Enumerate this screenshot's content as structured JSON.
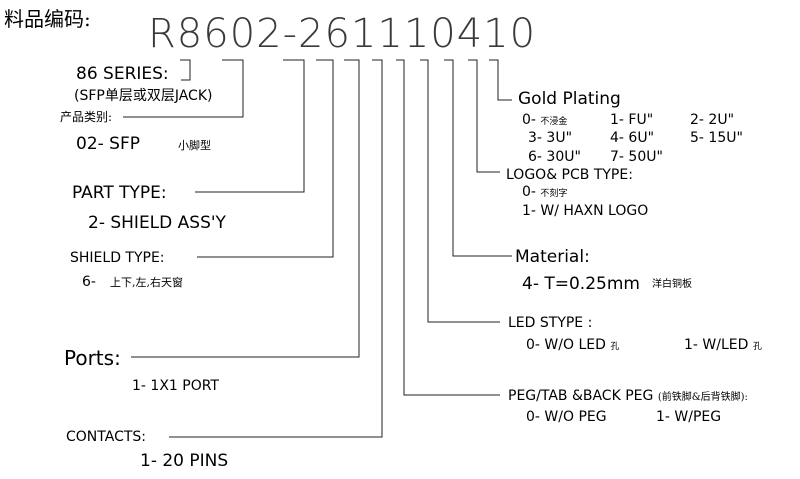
{
  "header": {
    "label": "料品编码:",
    "part_number": "R8602-261110410"
  },
  "fields": {
    "series": {
      "title": "86 SERIES:",
      "note": "(SFP单层或双层JACK)"
    },
    "category": {
      "title": "产品类别:",
      "option": "02- SFP",
      "option_note": "小脚型"
    },
    "part_type": {
      "title": "PART TYPE:",
      "option": "2- SHIELD ASS'Y"
    },
    "shield_type": {
      "title": "SHIELD TYPE:",
      "option": "6-",
      "option_note": "上下,左,右天窗"
    },
    "ports": {
      "title": "Ports:",
      "option": "1- 1X1 PORT"
    },
    "contacts": {
      "title": "CONTACTS:",
      "option": "1- 20 PINS"
    },
    "gold_plating": {
      "title": "Gold Plating",
      "options": [
        {
          "code": "0-",
          "note": "不浸金"
        },
        {
          "code": "1- FU\""
        },
        {
          "code": "2- 2U\""
        },
        {
          "code": "3- 3U\""
        },
        {
          "code": "4- 6U\""
        },
        {
          "code": "5- 15U\""
        },
        {
          "code": "6- 30U\""
        },
        {
          "code": "7- 50U\""
        }
      ]
    },
    "logo_pcb": {
      "title": "LOGO& PCB TYPE:",
      "options": [
        {
          "code": "0-",
          "note": "不刻字"
        },
        {
          "code": "1- W/ HAXN LOGO"
        }
      ]
    },
    "material": {
      "title": "Material:",
      "option": "4- T=0.25mm",
      "option_note": "洋白铜板"
    },
    "led_type": {
      "title": "LED STYPE :",
      "options": [
        {
          "code": "0- W/O LED",
          "note": "孔"
        },
        {
          "code": "1- W/LED",
          "note": "孔"
        }
      ]
    },
    "peg_tab": {
      "title": "PEG/TAB &BACK PEG",
      "title_note": "(前铁脚&后背铁脚):",
      "options": [
        {
          "code": "0- W/O PEG"
        },
        {
          "code": "1- W/PEG"
        }
      ]
    }
  }
}
